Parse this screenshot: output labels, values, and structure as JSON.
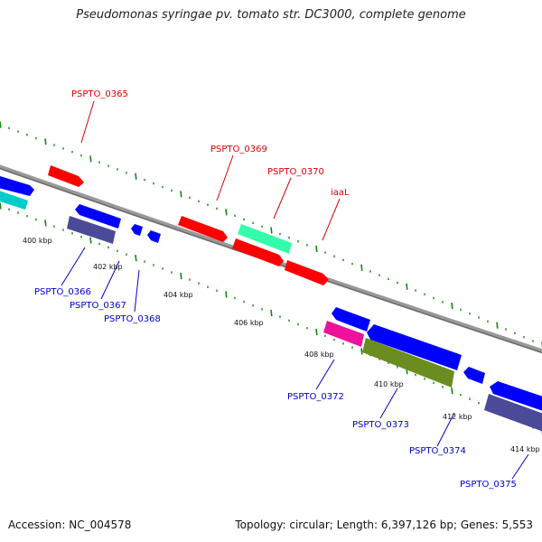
{
  "title": "Pseudomonas syringae pv. tomato str. DC3000, complete genome",
  "footer": {
    "accession": "Accession: NC_004578",
    "summary": "Topology: circular; Length: 6,397,126 bp; Genes: 5,553"
  },
  "tick_labels": [
    "400 kbp",
    "402 kbp",
    "404 kbp",
    "406 kbp",
    "408 kbp",
    "410 kbp",
    "412 kbp",
    "414 kbp"
  ],
  "forward_gene_labels": [
    "PSPTO_0365",
    "PSPTO_0369",
    "PSPTO_0370",
    "iaaL"
  ],
  "reverse_gene_labels": [
    "PSPTO_0366",
    "PSPTO_0367",
    "PSPTO_0368",
    "PSPTO_0372",
    "PSPTO_0373",
    "PSPTO_0374",
    "PSPTO_0375"
  ],
  "colors": {
    "forward_label": "#dd0000",
    "reverse_label": "#0000cc",
    "tick": "#118811",
    "backbone": "#888888"
  }
}
